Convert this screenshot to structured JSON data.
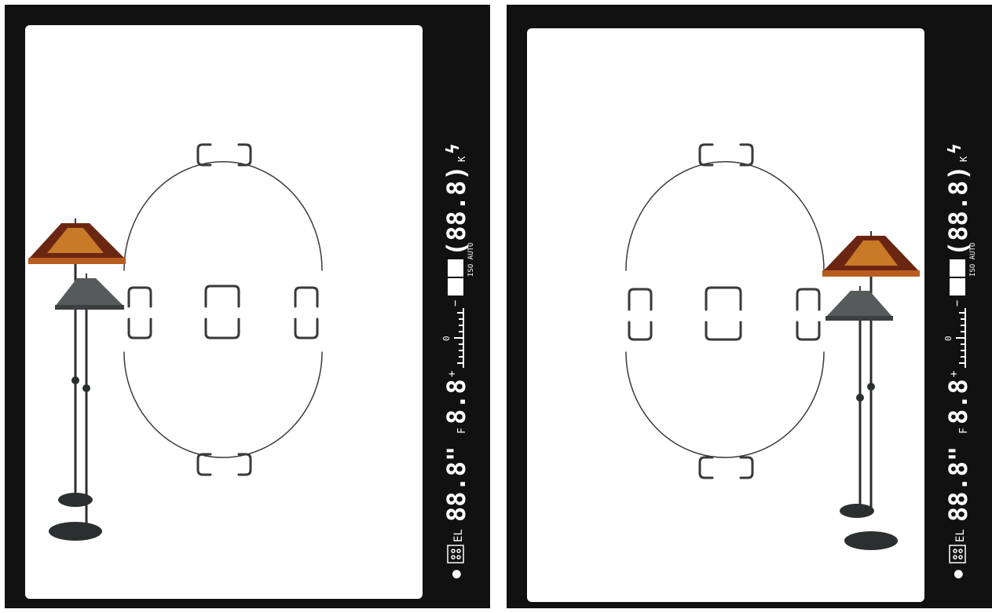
{
  "colors": {
    "frame": "#111111",
    "screen": "#ffffff",
    "overlay": "#3a3a3a",
    "lcd": "#ffffff",
    "shade_dark": "#6b2612",
    "shade_light": "#d9892c",
    "metal": "#2c2f2f"
  },
  "icons": [
    "focus-bracket-icon",
    "metering-circle-icon",
    "flash-ready-icon",
    "exposure-scale-icon",
    "floor-lamp-icon"
  ],
  "viewfinders": [
    {
      "lamps_position": "left",
      "readout": {
        "indicator": "●",
        "mode": "EL",
        "shutter": "88.8\"",
        "aperture_prefix": "F",
        "aperture": "8.8",
        "ev_plus": "+",
        "ev_zero": "0",
        "ev_minus": "−",
        "iso": "ISO AUTO",
        "count": "(88.8)",
        "count_unit": "K",
        "flash": "ϟ"
      }
    },
    {
      "lamps_position": "right",
      "readout": {
        "indicator": "●",
        "mode": "EL",
        "shutter": "88.8\"",
        "aperture_prefix": "F",
        "aperture": "8.8",
        "ev_plus": "+",
        "ev_zero": "0",
        "ev_minus": "−",
        "iso": "ISO AUTO",
        "count": "(88.8)",
        "count_unit": "K",
        "flash": "ϟ"
      }
    }
  ]
}
